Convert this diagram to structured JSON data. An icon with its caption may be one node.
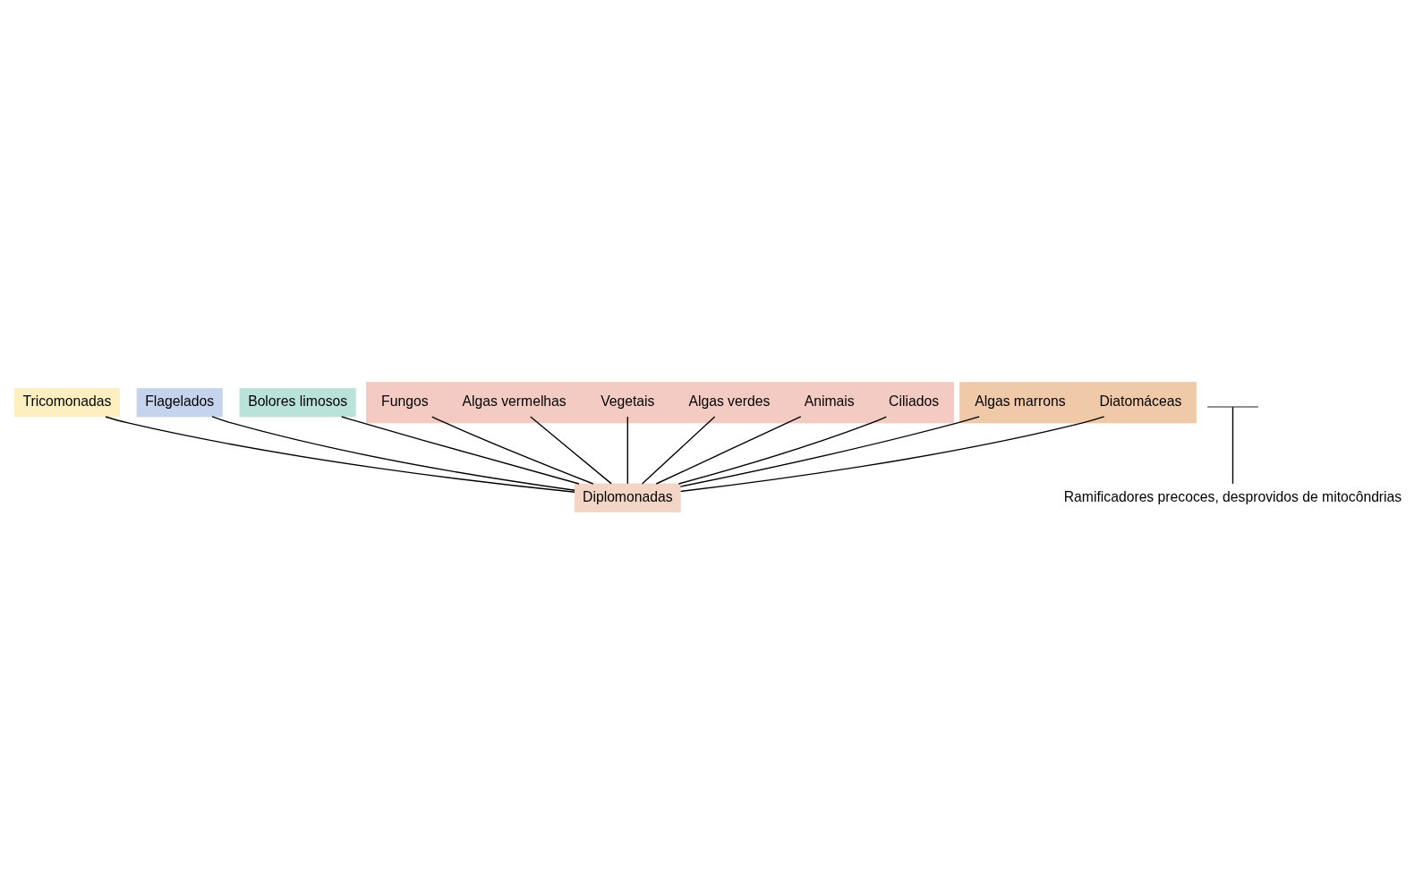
{
  "diagram": {
    "nodes": [
      {
        "text": [
          "Diplomonadas"
        ]
      },
      {
        "text": [
          "Tricomonadas"
        ]
      },
      {
        "text": [
          "Flagelados"
        ]
      },
      {
        "text": [
          "Bolores limosos"
        ]
      },
      {
        "text": [],
        "shape": "box"
      },
      {
        "text": [
          "Ciliados"
        ],
        "in": 4
      },
      {
        "text": [
          "Animais"
        ],
        "in": 4
      },
      {
        "text": [
          "Algas verdes"
        ],
        "in": 4
      },
      {
        "text": [
          "Vegetais"
        ],
        "in": 4
      },
      {
        "text": [
          "Algas vermelhas"
        ],
        "in": 4
      },
      {
        "text": [
          "Fungos"
        ],
        "in": 4
      },
      {
        "text": [],
        "shape": "box"
      },
      {
        "text": [
          "Diatomáceas"
        ],
        "in": 11
      },
      {
        "text": [
          "Algas marrons"
        ],
        "in": 11
      },
      {
        "text": [],
        "shape": "bracket"
      },
      {
        "text": [
          "Ramificadores precoces, desprovidos de mitocôndrias"
        ]
      }
    ],
    "edges": [
      {
        "from": 0,
        "to": 1,
        "arrow": "none"
      },
      {
        "from": 0,
        "to": 2,
        "arrow": "none"
      },
      {
        "from": 0,
        "to": 3,
        "arrow": "none"
      },
      {
        "from": 0,
        "to": 5,
        "arrow": "none"
      },
      {
        "from": 0,
        "to": 6,
        "arrow": "none"
      },
      {
        "from": 0,
        "to": 7,
        "arrow": "none"
      },
      {
        "from": 0,
        "to": 8,
        "arrow": "none"
      },
      {
        "from": 0,
        "to": 9,
        "arrow": "none"
      },
      {
        "from": 0,
        "to": 10,
        "arrow": "none"
      },
      {
        "from": 0,
        "to": 12,
        "arrow": "none"
      },
      {
        "from": 0,
        "to": 13,
        "arrow": "none"
      },
      {
        "from": 15,
        "to": 14,
        "arrow": "none"
      }
    ]
  }
}
